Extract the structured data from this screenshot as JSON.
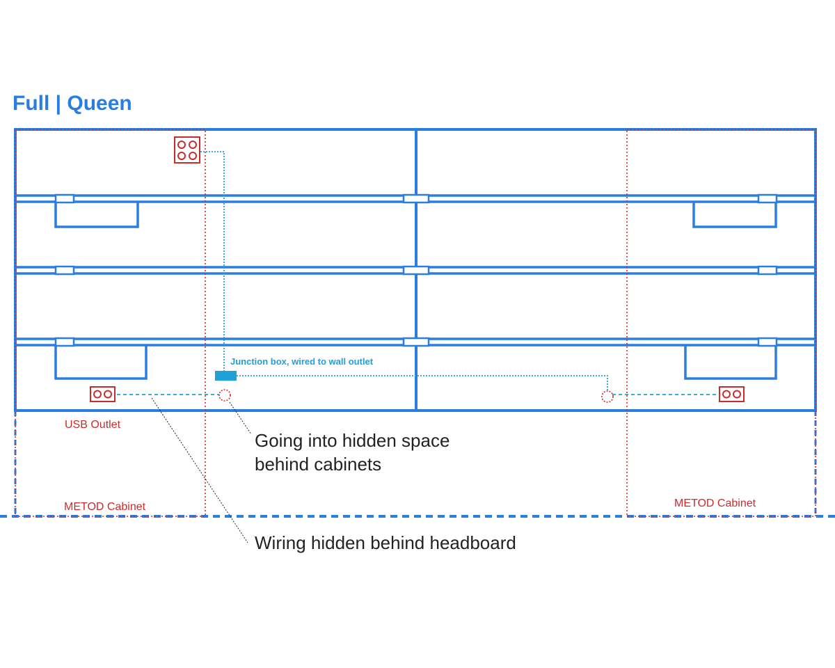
{
  "title": "Full | Queen",
  "labels": {
    "usb_outlet": "USB Outlet",
    "cabinet_left": "METOD Cabinet",
    "cabinet_right": "METOD Cabinet",
    "junction_box": "Junction box, wired to wall outlet",
    "hidden_space_line1": "Going into hidden space",
    "hidden_space_line2": "behind cabinets",
    "wiring_hidden": "Wiring hidden behind headboard"
  },
  "colors": {
    "headboard": "#2a7de1",
    "cabinet": "#cc2b2b",
    "wiring": "#1ea0d8",
    "callout": "#222222"
  },
  "icons": {
    "outlet": "quad-outlet-icon",
    "usb": "usb-outlet-icon",
    "junction": "junction-box-icon"
  }
}
